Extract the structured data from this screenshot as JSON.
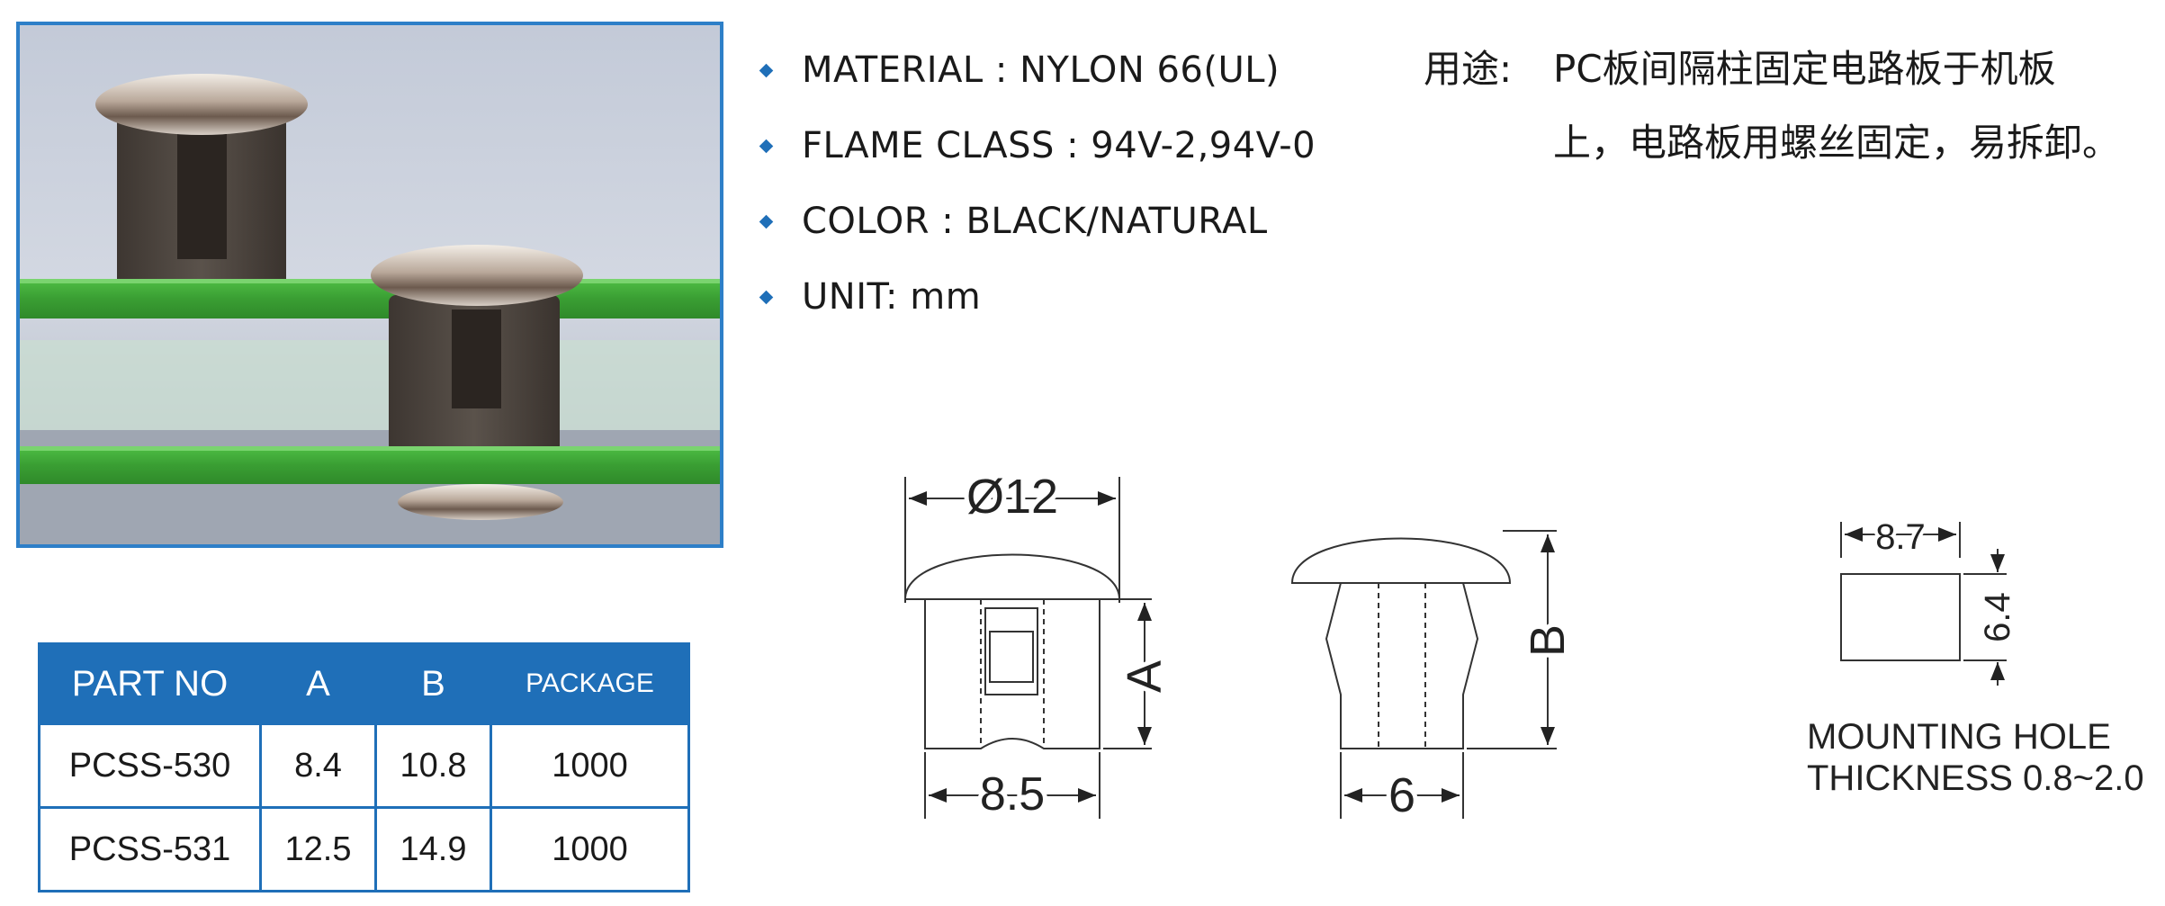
{
  "specs": [
    {
      "label": "MATERIAL",
      "value": "NYLON 66(UL)"
    },
    {
      "label": "FLAME CLASS",
      "value": "94V-2,94V-0"
    },
    {
      "label": "COLOR",
      "value": "BLACK/NATURAL"
    },
    {
      "label": "UNIT",
      "value": "mm"
    }
  ],
  "usage": {
    "label": "用途:",
    "text": "PC板间隔柱固定电路板于机板上，电路板用螺丝固定，易拆卸。"
  },
  "table": {
    "headers": [
      "PART NO",
      "A",
      "B",
      "PACKAGE"
    ],
    "rows": [
      [
        "PCSS-530",
        "8.4",
        "10.8",
        "1000"
      ],
      [
        "PCSS-531",
        "12.5",
        "14.9",
        "1000"
      ]
    ]
  },
  "drawing": {
    "head_diameter": "Ø12",
    "dim_a": "A",
    "base_width": "8.5",
    "dim_b": "B",
    "side_width": "6",
    "hole_width": "8.7",
    "hole_height": "6.4",
    "note_line1": "MOUNTING  HOLE",
    "note_line2": "THICKNESS  0.8~2.0"
  },
  "colors": {
    "accent": "#1f6fb8",
    "board_green": "#3fa83a",
    "photo_background": "#c6ccd8"
  }
}
